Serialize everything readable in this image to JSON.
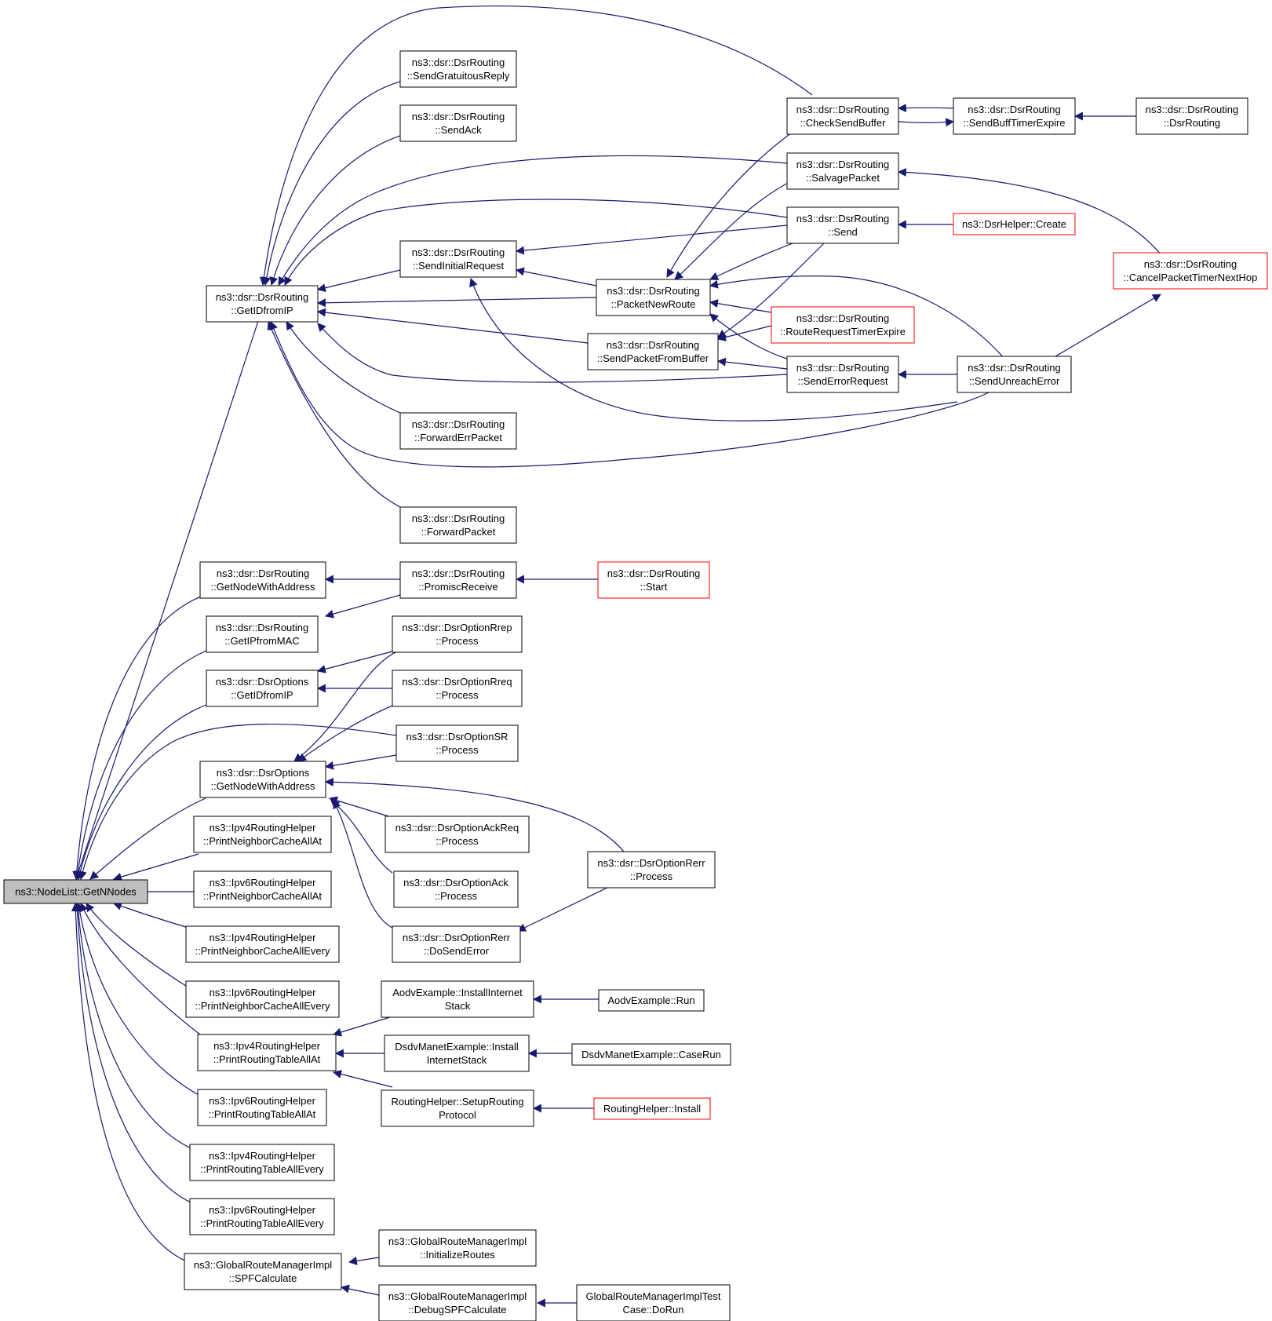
{
  "colors": {
    "edge": "#191970",
    "border_normal": "#000000",
    "border_truncated": "#ff0000",
    "root_fill": "#bfbfbf",
    "node_fill": "#ffffff"
  },
  "nodes": [
    {
      "id": "root",
      "lines": [
        "ns3::NodeList::GetNNodes"
      ],
      "style": "root"
    },
    {
      "id": "dsr-getid",
      "lines": [
        "ns3::dsr::DsrRouting",
        "::GetIDfromIP"
      ],
      "style": "normal"
    },
    {
      "id": "send-gratuitous",
      "lines": [
        "ns3::dsr::DsrRouting",
        "::SendGratuitousReply"
      ],
      "style": "normal"
    },
    {
      "id": "send-ack",
      "lines": [
        "ns3::dsr::DsrRouting",
        "::SendAck"
      ],
      "style": "normal"
    },
    {
      "id": "send-initial",
      "lines": [
        "ns3::dsr::DsrRouting",
        "::SendInitialRequest"
      ],
      "style": "normal"
    },
    {
      "id": "forward-err",
      "lines": [
        "ns3::dsr::DsrRouting",
        "::ForwardErrPacket"
      ],
      "style": "normal"
    },
    {
      "id": "forward-packet",
      "lines": [
        "ns3::dsr::DsrRouting",
        "::ForwardPacket"
      ],
      "style": "normal"
    },
    {
      "id": "packet-new-route",
      "lines": [
        "ns3::dsr::DsrRouting",
        "::PacketNewRoute"
      ],
      "style": "normal"
    },
    {
      "id": "send-from-buffer",
      "lines": [
        "ns3::dsr::DsrRouting",
        "::SendPacketFromBuffer"
      ],
      "style": "normal"
    },
    {
      "id": "check-send-buffer",
      "lines": [
        "ns3::dsr::DsrRouting",
        "::CheckSendBuffer"
      ],
      "style": "normal"
    },
    {
      "id": "salvage-packet",
      "lines": [
        "ns3::dsr::DsrRouting",
        "::SalvagePacket"
      ],
      "style": "normal"
    },
    {
      "id": "send",
      "lines": [
        "ns3::dsr::DsrRouting",
        "::Send"
      ],
      "style": "normal"
    },
    {
      "id": "route-req-timer",
      "lines": [
        "ns3::dsr::DsrRouting",
        "::RouteRequestTimerExpire"
      ],
      "style": "truncated"
    },
    {
      "id": "send-error-req",
      "lines": [
        "ns3::dsr::DsrRouting",
        "::SendErrorRequest"
      ],
      "style": "normal"
    },
    {
      "id": "send-buff-timer",
      "lines": [
        "ns3::dsr::DsrRouting",
        "::SendBuffTimerExpire"
      ],
      "style": "normal"
    },
    {
      "id": "dsr-ctor",
      "lines": [
        "ns3::dsr::DsrRouting",
        "::DsrRouting"
      ],
      "style": "normal"
    },
    {
      "id": "dsr-helper-create",
      "lines": [
        "ns3::DsrHelper::Create"
      ],
      "style": "truncated"
    },
    {
      "id": "cancel-timer",
      "lines": [
        "ns3::dsr::DsrRouting",
        "::CancelPacketTimerNextHop"
      ],
      "style": "truncated"
    },
    {
      "id": "send-unreach",
      "lines": [
        "ns3::dsr::DsrRouting",
        "::SendUnreachError"
      ],
      "style": "normal"
    },
    {
      "id": "get-node-addr",
      "lines": [
        "ns3::dsr::DsrRouting",
        "::GetNodeWithAddress"
      ],
      "style": "normal"
    },
    {
      "id": "promisc-receive",
      "lines": [
        "ns3::dsr::DsrRouting",
        "::PromiscReceive"
      ],
      "style": "normal"
    },
    {
      "id": "dsr-start",
      "lines": [
        "ns3::dsr::DsrRouting",
        "::Start"
      ],
      "style": "truncated"
    },
    {
      "id": "get-ip-from-mac",
      "lines": [
        "ns3::dsr::DsrRouting",
        "::GetIPfromMAC"
      ],
      "style": "normal"
    },
    {
      "id": "opt-rrep",
      "lines": [
        "ns3::dsr::DsrOptionRrep",
        "::Process"
      ],
      "style": "normal"
    },
    {
      "id": "opts-getid",
      "lines": [
        "ns3::dsr::DsrOptions",
        "::GetIDfromIP"
      ],
      "style": "normal"
    },
    {
      "id": "opt-rreq",
      "lines": [
        "ns3::dsr::DsrOptionRreq",
        "::Process"
      ],
      "style": "normal"
    },
    {
      "id": "opt-sr",
      "lines": [
        "ns3::dsr::DsrOptionSR",
        "::Process"
      ],
      "style": "normal"
    },
    {
      "id": "opts-get-node",
      "lines": [
        "ns3::dsr::DsrOptions",
        "::GetNodeWithAddress"
      ],
      "style": "normal"
    },
    {
      "id": "opt-ackreq",
      "lines": [
        "ns3::dsr::DsrOptionAckReq",
        "::Process"
      ],
      "style": "normal"
    },
    {
      "id": "opt-ack",
      "lines": [
        "ns3::dsr::DsrOptionAck",
        "::Process"
      ],
      "style": "normal"
    },
    {
      "id": "opt-rerr",
      "lines": [
        "ns3::dsr::DsrOptionRerr",
        "::Process"
      ],
      "style": "normal"
    },
    {
      "id": "opt-rerr-dosend",
      "lines": [
        "ns3::dsr::DsrOptionRerr",
        "::DoSendError"
      ],
      "style": "normal"
    },
    {
      "id": "ipv4-nc-at",
      "lines": [
        "ns3::Ipv4RoutingHelper",
        "::PrintNeighborCacheAllAt"
      ],
      "style": "normal"
    },
    {
      "id": "ipv6-nc-at",
      "lines": [
        "ns3::Ipv6RoutingHelper",
        "::PrintNeighborCacheAllAt"
      ],
      "style": "normal"
    },
    {
      "id": "ipv4-nc-every",
      "lines": [
        "ns3::Ipv4RoutingHelper",
        "::PrintNeighborCacheAllEvery"
      ],
      "style": "normal"
    },
    {
      "id": "ipv6-nc-every",
      "lines": [
        "ns3::Ipv6RoutingHelper",
        "::PrintNeighborCacheAllEvery"
      ],
      "style": "normal"
    },
    {
      "id": "ipv4-rt-at",
      "lines": [
        "ns3::Ipv4RoutingHelper",
        "::PrintRoutingTableAllAt"
      ],
      "style": "normal"
    },
    {
      "id": "aodv-install",
      "lines": [
        "AodvExample::InstallInternet",
        "Stack"
      ],
      "style": "normal"
    },
    {
      "id": "aodv-run",
      "lines": [
        "AodvExample::Run"
      ],
      "style": "normal"
    },
    {
      "id": "dsdv-install",
      "lines": [
        "DsdvManetExample::Install",
        "InternetStack"
      ],
      "style": "normal"
    },
    {
      "id": "dsdv-caserun",
      "lines": [
        "DsdvManetExample::CaseRun"
      ],
      "style": "normal"
    },
    {
      "id": "rh-setup",
      "lines": [
        "RoutingHelper::SetupRouting",
        "Protocol"
      ],
      "style": "normal"
    },
    {
      "id": "rh-install",
      "lines": [
        "RoutingHelper::Install"
      ],
      "style": "truncated"
    },
    {
      "id": "ipv6-rt-at",
      "lines": [
        "ns3::Ipv6RoutingHelper",
        "::PrintRoutingTableAllAt"
      ],
      "style": "normal"
    },
    {
      "id": "ipv4-rt-every",
      "lines": [
        "ns3::Ipv4RoutingHelper",
        "::PrintRoutingTableAllEvery"
      ],
      "style": "normal"
    },
    {
      "id": "ipv6-rt-every",
      "lines": [
        "ns3::Ipv6RoutingHelper",
        "::PrintRoutingTableAllEvery"
      ],
      "style": "normal"
    },
    {
      "id": "grm-spf",
      "lines": [
        "ns3::GlobalRouteManagerImpl",
        "::SPFCalculate"
      ],
      "style": "normal"
    },
    {
      "id": "grm-init",
      "lines": [
        "ns3::GlobalRouteManagerImpl",
        "::InitializeRoutes"
      ],
      "style": "normal"
    },
    {
      "id": "grm-debug",
      "lines": [
        "ns3::GlobalRouteManagerImpl",
        "::DebugSPFCalculate"
      ],
      "style": "normal"
    },
    {
      "id": "grm-test",
      "lines": [
        "GlobalRouteManagerImplTest",
        "Case::DoRun"
      ],
      "style": "normal"
    }
  ]
}
